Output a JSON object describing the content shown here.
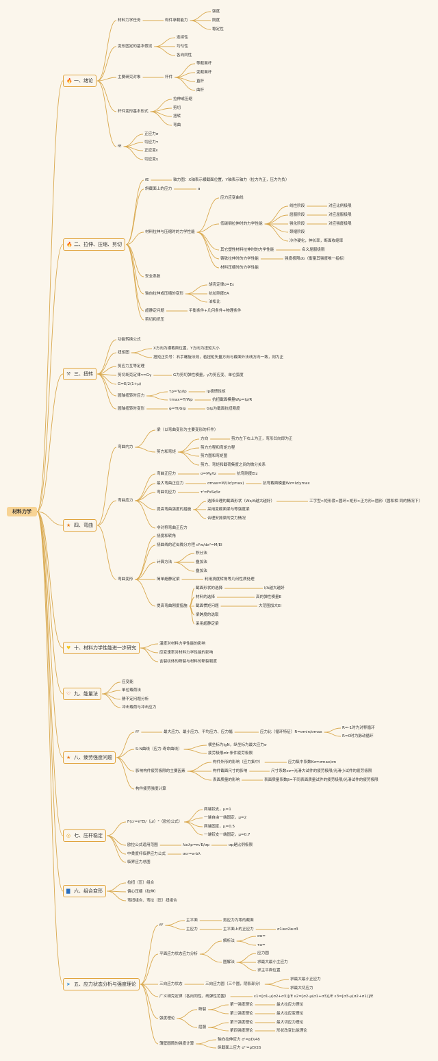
{
  "root": "材料力学",
  "branches": [
    {
      "id": "b1",
      "icon": "🔥",
      "icon_name": "fire-icon",
      "label": "一、绪论"
    },
    {
      "id": "b2",
      "icon": "🔥",
      "icon_name": "fire-icon",
      "label": "二、拉伸、压缩、剪切"
    },
    {
      "id": "b3",
      "icon": "⚒",
      "icon_name": "tools-icon",
      "label": "三、扭转"
    },
    {
      "id": "b4",
      "icon": "★",
      "icon_name": "star-icon",
      "label": "四、弯曲"
    },
    {
      "id": "b10",
      "icon": "♥",
      "icon_name": "heart-icon",
      "label": "十、材料力学性能进一步研究"
    },
    {
      "id": "b9",
      "icon": "♡",
      "icon_name": "heart-outline-icon",
      "label": "九、能量法"
    },
    {
      "id": "b8",
      "icon": "★",
      "icon_name": "star-icon",
      "label": "八、疲劳强度问题"
    },
    {
      "id": "b7",
      "icon": "◎",
      "icon_name": "target-icon",
      "label": "七、压杆稳定"
    },
    {
      "id": "b6",
      "icon": "▇",
      "icon_name": "flag-icon",
      "label": "六、组合变形"
    },
    {
      "id": "b5",
      "icon": "➤",
      "icon_name": "paper-plane-icon",
      "label": "五、应力状态分析与强度理论"
    }
  ],
  "texts": [
    "材料力学任务",
    "构件承载能力",
    "强度",
    "刚度",
    "稳定性",
    "变形固定的基本假设",
    "连续性",
    "均匀性",
    "各向同性",
    "主要研究对象",
    "杆件",
    "等截面杆",
    "变截面杆",
    "直杆",
    "曲杆",
    "杆件变形基本形式",
    "拉伸或压缩",
    "剪切",
    "扭转",
    "弯曲",
    "fE",
    "正应力σ",
    "切应力τ",
    "正应变ε",
    "切应变γ",
    "fE",
    "轴力图：X轴表示横截面位置，Y轴表示轴力（拉力为正，压力为负）",
    "斜截面上的应力",
    "a",
    "材料拉伸与压缩时的力学性能",
    "应力应变曲线",
    "低碳钢拉伸时的力学性能",
    "线性阶段",
    "对应比例极限",
    "屈服阶段",
    "对应屈服极限",
    "强化阶段",
    "对应强度极限",
    "颈缩阶段",
    "冷作硬化，伸长率，断面收缩率",
    "其它塑性材料拉伸时的力学性能",
    "名义屈服极限",
    "铸铁拉伸时的力学性能",
    "强度极限σb（衡量其强度唯一指标）",
    "材料压缩时的力学性能",
    "安全系数",
    "轴向拉伸或压缩的变形",
    "胡克定律σ=Eε",
    "抗拉刚度EA",
    "泊松比",
    "超静定问题",
    "平衡条件+几何条件+物理条件",
    "剪切和挤压",
    "功能转换公式",
    "扭矩图",
    "X方向为横截面位置，Y方向为扭矩大小",
    "扭矩正负号：右手螺旋法则，若扭矩矢量方向与截面外法线方向一致，则为正",
    "剪应力互等定理",
    "剪切胡克定律τ=Gγ",
    "G为剪切弹性模量，γ为剪应变、单位弧度",
    "G=E/2(1+μ)",
    "圆轴扭转时应力",
    "τρ=Tρ/Ip",
    "Ip极惯性矩",
    "τmax=T/Wp",
    "抗扭截面模量Wp=Ip/R",
    "圆轴扭转时变形",
    "φ=Tl/GIp",
    "GIp为截面抗扭刚度",
    "弯曲内力",
    "梁（以弯曲变形为主要变形的杆件）",
    "剪力和弯矩",
    "方向",
    "剪力左下右上为正，弯形凹向即为正",
    "剪力方程和弯矩方程",
    "剪力图和弯矩图",
    "剪力、弯矩和截荷集度之间的微分关系",
    "弯曲应力",
    "弯曲正应力",
    "σ=My/Iz",
    "抗弯刚度EIz",
    "最大弯曲正应力",
    "σmax=M/(Iz/ymax)",
    "抗弯截面模量Wz=Iz/ymax",
    "弯曲切应力",
    "τ'=FsSz/Iz",
    "提高弯曲强度的措施",
    "选择合理的截面形状（Wz/A越大越好）",
    "工字型>矩形套>圆环>矩形>正方形>圆形（圆和相 同的情况下）",
    "采用变截面梁与等强度梁",
    "合理安排梁的受力情况",
    "非对称弯曲正应力",
    "弯曲变形",
    "挠度和转角",
    "挠曲线的近似微分方程 d²w/dx²=M/EI",
    "计算方法",
    "积分法",
    "叠加法",
    "叠加法",
    "简单超静定梁",
    "利用挠度转角等几何性质处理",
    "提高弯曲刚度措施",
    "截面形状的选择",
    "I/A越大越好",
    "材料的选择",
    "高的弹性模量E",
    "截面惯矩问题",
    "大范围加大EI",
    "梁跨度的选取",
    "采用超静定梁",
    "温度对材料力学性能的影响",
    "应变速率对材料力学性能的影响",
    "含裂纹体的断裂与材料的断裂韧度",
    "应变能",
    "单位载荷法",
    "静不定问题分析",
    "冲击载荷与冲击应力",
    "fY",
    "最大应力、最小应力、平均应力、应力幅",
    "应力比（循环特征）R=σmin/σmax",
    "R=-1时为对称循环",
    "R=0时为脉动循环",
    "S-N曲线（应力-寿命曲线）",
    "横坐标为lgN，纵坐标为最大应力σ",
    "疲劳极限σlr:条件疲劳极限",
    "影响构件疲劳极限的主要因素",
    "构件外形的影响（应力集中）",
    "应力集中系数Kσ=σmax/σn",
    "构件截面尺寸的影响",
    "尺寸系数εσ=光滑大试件的疲劳极限/光滑小试件的疲劳极限",
    "表面质量的影响",
    "表面质量系数β=不同表面质量试件的疲劳极限/光滑试件的疲劳极限",
    "构件疲劳强度计算",
    "F(cr=π²EI/（μl）²（欧拉公式）",
    "两端铰支，μ=1",
    "一端自由一端固定，μ=2",
    "两端固定，μ=0.5",
    "一端铰支一端固定，μ=0.7",
    "欧拉公式适用范围",
    "λ≥λp=π√E/σp",
    "σp是比例极限",
    "中柔度杆临界应力公式",
    "σcr=a-bλ",
    "临界应力总图",
    "拉扭（压）组合",
    "偏心压缩（拉伸）",
    "弯扭组合、弯拉（压）扭组合",
    "fY",
    "主平面",
    "剪应力为零的截面",
    "主应力",
    "主平面上的正应力",
    "σ1≥σ2≥σ3",
    "平面应力状态应力分析",
    "解析法",
    "σα=",
    "τα=",
    "图解法",
    "应力圆",
    "求最大最小主应力",
    "求主平面位置",
    "三向应力状态",
    "三向应力圆（三个圆，阴影部分）",
    "求最大最小正应力",
    "求最大切应力",
    "广义胡克定律（各向同性，线弹性范围）",
    "ε1=[σ1-μ(σ2+σ3)]/E ε2=[σ2-μ(σ1+σ3)]/E ε3=[σ3-μ(σ2+σ1)]/E",
    "强度理论",
    "断裂",
    "第一强度理论",
    "最大拉应力理论",
    "第二强度理论",
    "最大拉应变理论",
    "屈服",
    "第三强度理论",
    "最大切应力理论",
    "第四强度理论",
    "形状改变比能理论",
    "薄壁圆筒的强度计算",
    "轴向拉伸应力 σ'=pD/4δ",
    "纵截面上应力 σ''=pD/2δ"
  ]
}
